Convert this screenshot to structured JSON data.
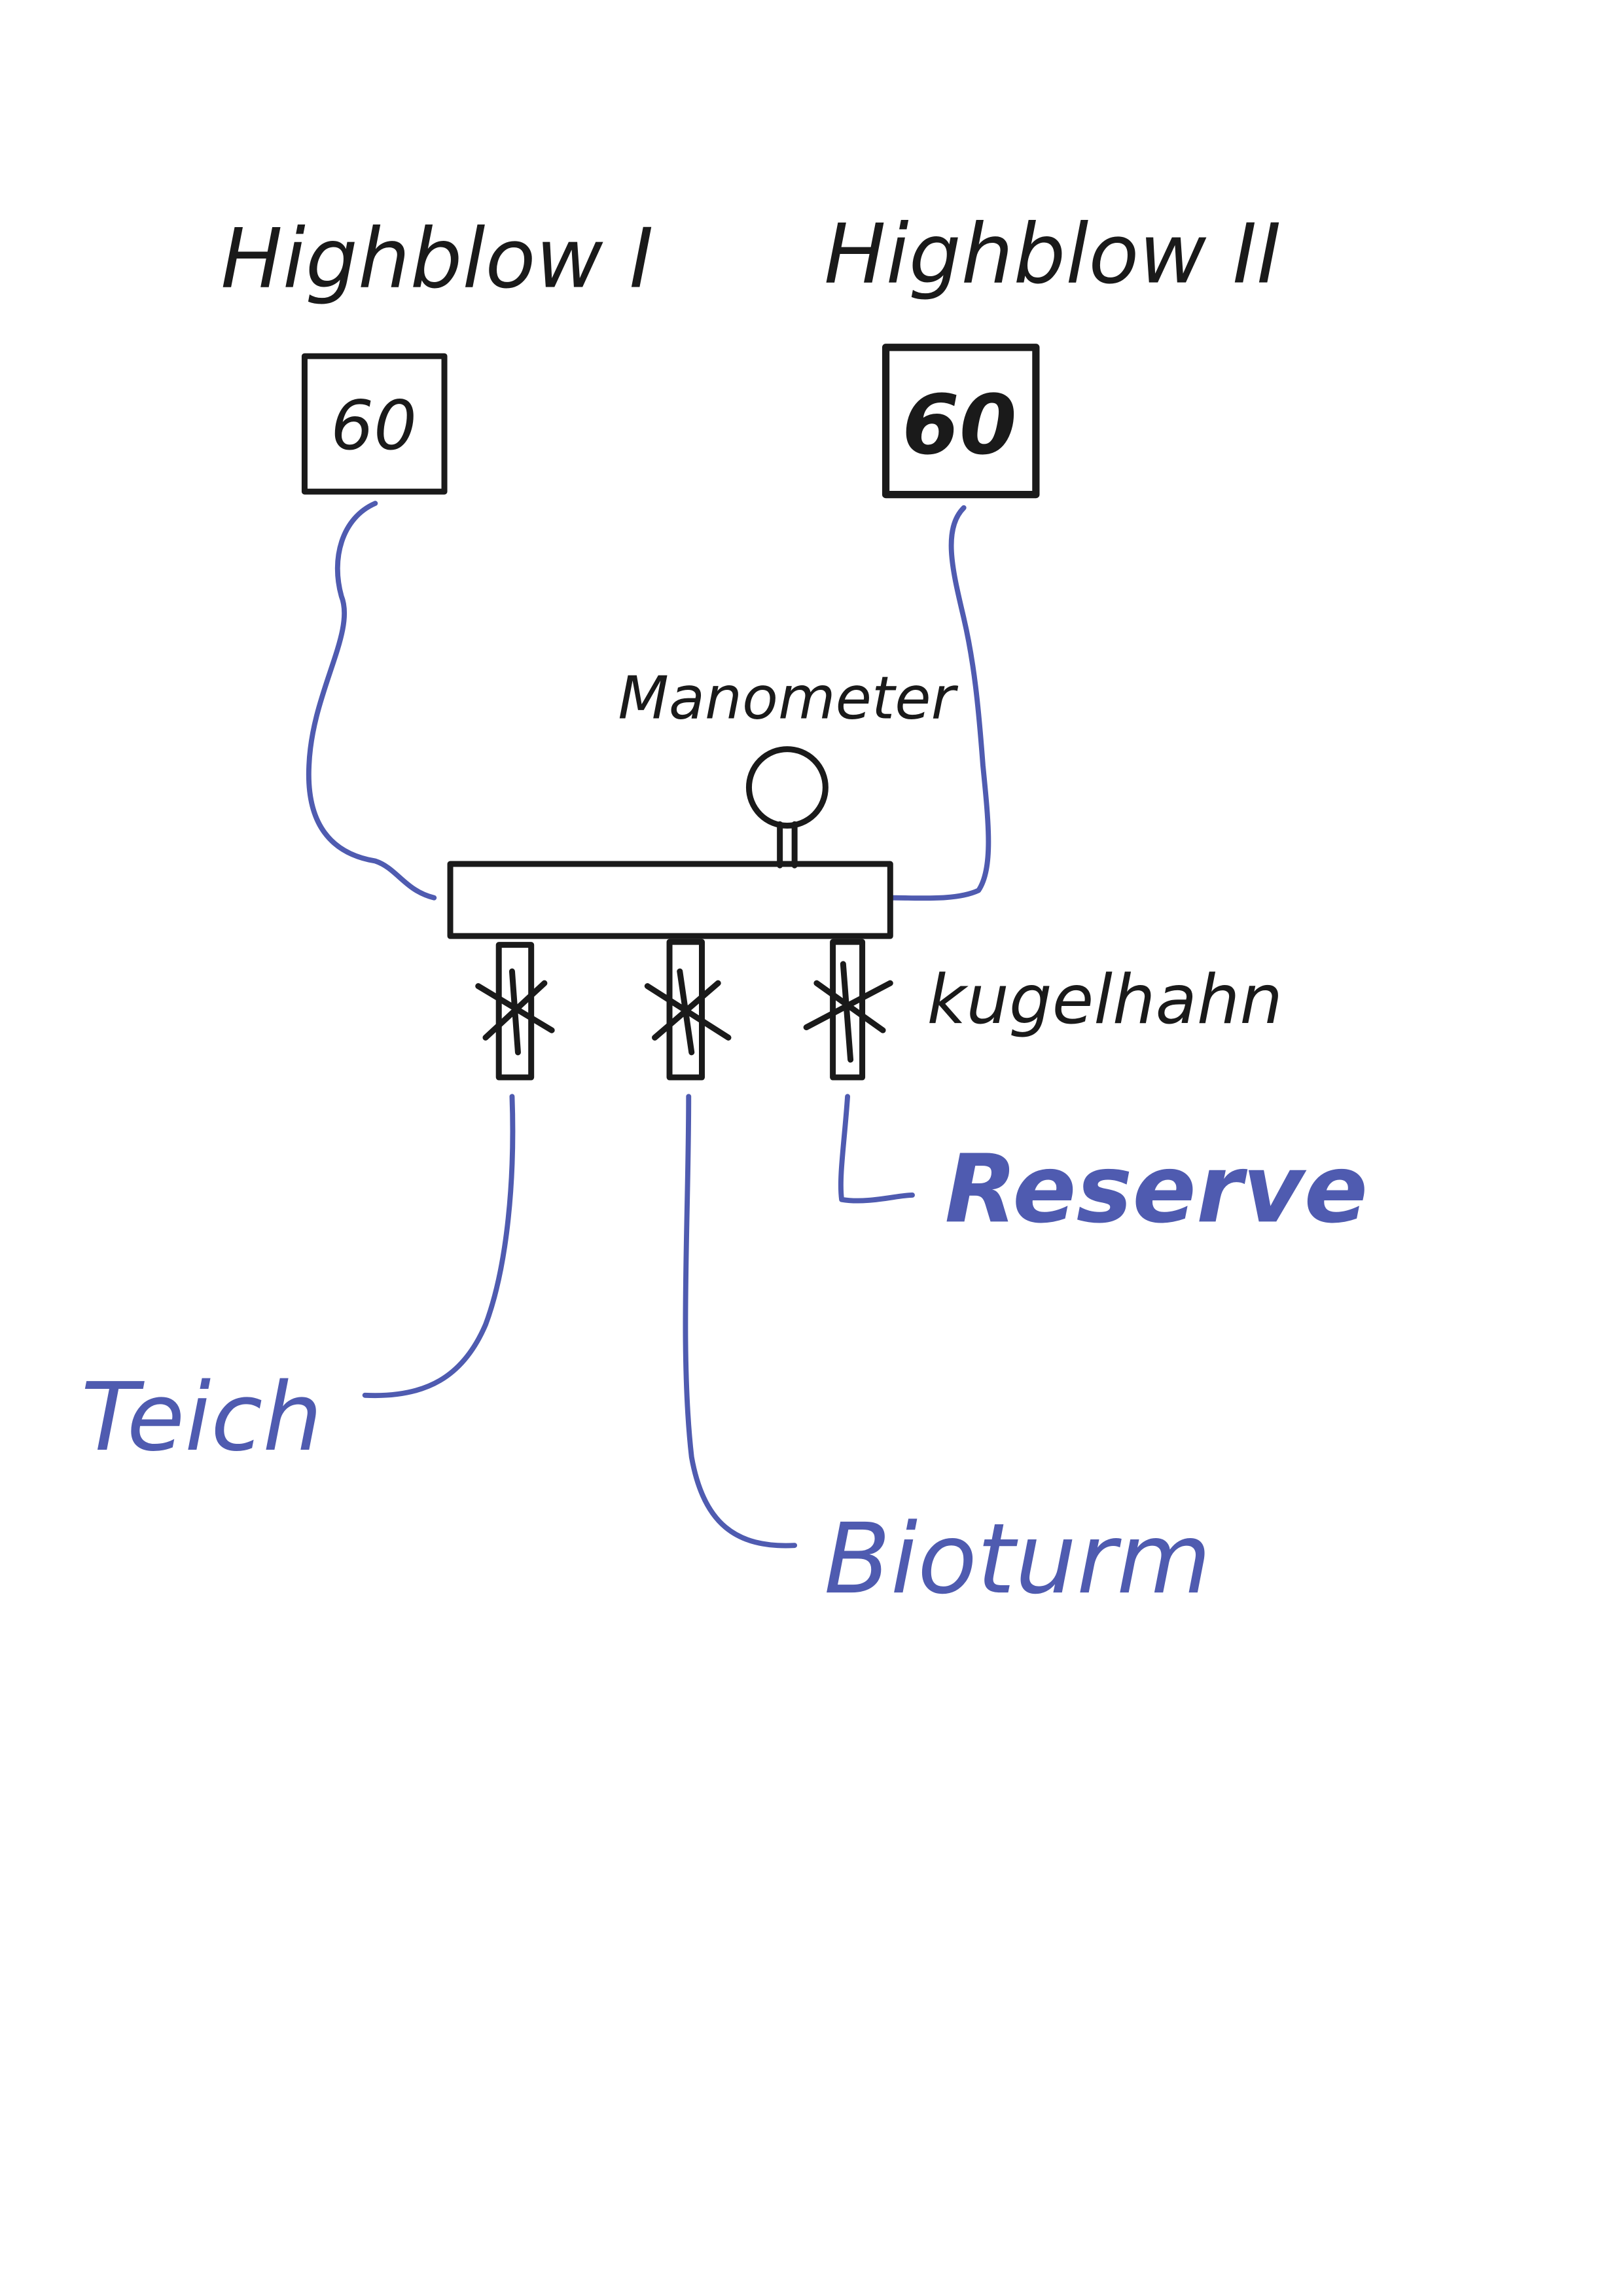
{
  "pumps": [
    {
      "label": "Highblow I",
      "value": "60"
    },
    {
      "label": "Highblow II",
      "value": "60"
    }
  ],
  "manifold": {
    "gauge_label": "Manometer",
    "valve_label": "kugelhahn"
  },
  "outlets": [
    {
      "label": "Teich"
    },
    {
      "label": "Bioturm"
    },
    {
      "label": "Reserve"
    }
  ],
  "colors": {
    "ink": "#1a1a1a",
    "hose": "#4f5bb0"
  }
}
